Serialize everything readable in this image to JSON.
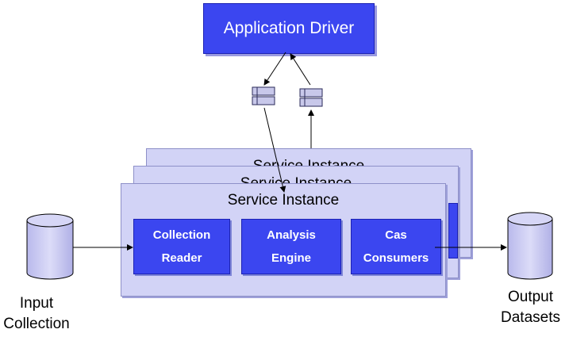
{
  "application_driver": {
    "label": "Application Driver"
  },
  "service_instances": [
    {
      "title": "Service Instance"
    },
    {
      "title": "Service Instance"
    },
    {
      "title": "Service Instance"
    }
  ],
  "components": {
    "collection_reader": {
      "line1": "Collection",
      "line2": "Reader"
    },
    "analysis_engine": {
      "line1": "Analysis",
      "line2": "Engine"
    },
    "cas_consumers": {
      "line1": "Cas",
      "line2": "Consumers"
    }
  },
  "input_collection": {
    "line1": "Input",
    "line2": "Collection"
  },
  "output_datasets": {
    "line1": "Output",
    "line2": "Datasets"
  },
  "icons": {
    "database": "database-icon",
    "queue": "queue-icon"
  },
  "colors": {
    "component_blue": "#3b46f0",
    "service_fill": "#d2d3f6",
    "database_fill": "#c9c9f2"
  }
}
